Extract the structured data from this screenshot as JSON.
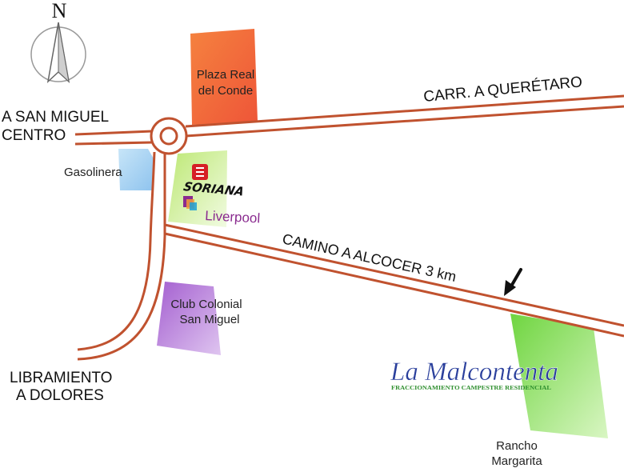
{
  "north": {
    "label": "N",
    "icon": "north-arrow-icon"
  },
  "destinations": {
    "san_miguel_line1": "A SAN MIGUEL",
    "san_miguel_line2": "CENTRO",
    "queretaro": "CARR. A QUERÉTARO",
    "dolores_line1": "LIBRAMIENTO",
    "dolores_line2": "A DOLORES",
    "alcocer": "CAMINO A ALCOCER 3 km"
  },
  "places": {
    "plaza_line1": "Plaza Real",
    "plaza_line2": "del Conde",
    "gasolinera": "Gasolinera",
    "soriana": "SORIANA",
    "liverpool": "Liverpool",
    "club_line1": "Club Colonial",
    "club_line2": "San Miguel",
    "rancho_line1": "Rancho",
    "rancho_line2": "Margarita"
  },
  "brand": {
    "name": "La Malcontenta",
    "subtitle": "FRACCIONAMIENTO CAMPESTRE RESIDENCIAL"
  },
  "icons": {
    "soriana_logo": "soriana-logo-icon",
    "liverpool_logo": "liverpool-logo-icon",
    "entrance_arrow": "entrance-arrow-icon"
  },
  "colors": {
    "road": "#c0522f",
    "plaza": "#f0603c",
    "gasolinera": "#9fd0f2",
    "shopping": "#c8ec8a",
    "club": "#b57ad8",
    "rancho": "#7ed957",
    "brand_blue": "#2a3f9c",
    "brand_green": "#2f8f2f",
    "soriana_red": "#d61f26",
    "liverpool_purple": "#8a2b8f"
  }
}
